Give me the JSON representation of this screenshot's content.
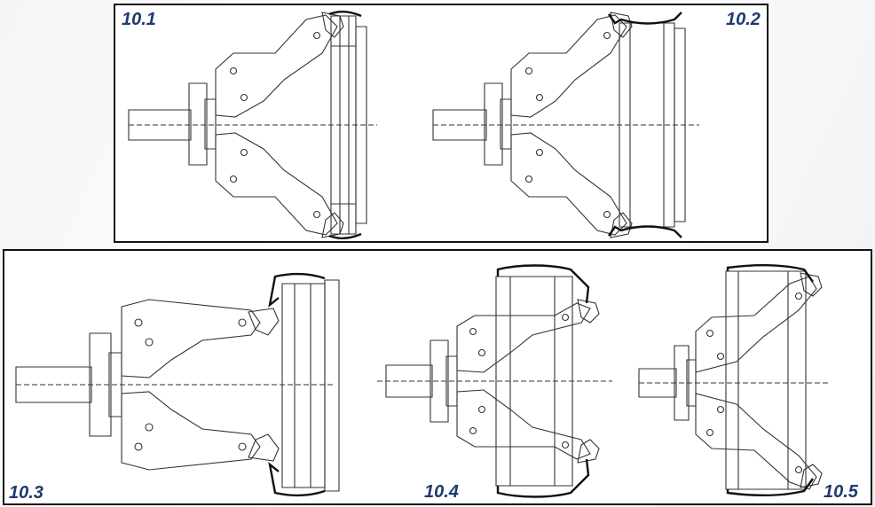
{
  "figures": [
    {
      "id": "fig-10-1",
      "label": "10.1"
    },
    {
      "id": "fig-10-2",
      "label": "10.2"
    },
    {
      "id": "fig-10-3",
      "label": "10.3"
    },
    {
      "id": "fig-10-4",
      "label": "10.4"
    },
    {
      "id": "fig-10-5",
      "label": "10.5"
    }
  ],
  "colors": {
    "label": "#1f3a6b",
    "line": "#333333",
    "tire": "#111111",
    "frame": "#111111"
  },
  "icons": [
    "shaft-icon",
    "flange-icon",
    "clamp-arm-icon",
    "gripper-jaw-icon",
    "wheel-rim-icon",
    "tire-bead-icon"
  ]
}
